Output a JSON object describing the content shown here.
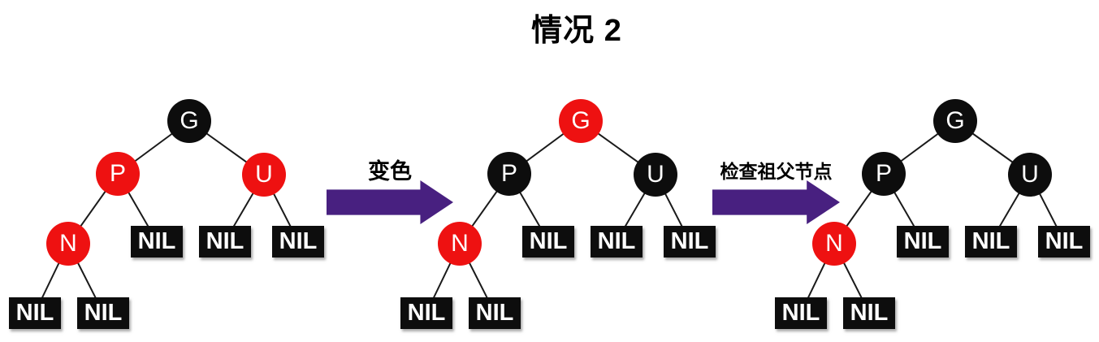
{
  "title": "情况 2",
  "nil_label": "NIL",
  "colors": {
    "node_red": "#ee1111",
    "node_black": "#0d0d0d",
    "arrow_purple": "#482080",
    "node_text": "#ffffff",
    "edge": "#1a1a1a",
    "background": "#ffffff"
  },
  "arrows": [
    {
      "label": "变色"
    },
    {
      "label": "检查祖父节点"
    }
  ],
  "trees": [
    {
      "name": "initial",
      "nodes": {
        "G": {
          "label": "G",
          "color": "black"
        },
        "P": {
          "label": "P",
          "color": "red"
        },
        "U": {
          "label": "U",
          "color": "red"
        },
        "N": {
          "label": "N",
          "color": "red"
        }
      }
    },
    {
      "name": "after-recolor",
      "nodes": {
        "G": {
          "label": "G",
          "color": "red"
        },
        "P": {
          "label": "P",
          "color": "black"
        },
        "U": {
          "label": "U",
          "color": "black"
        },
        "N": {
          "label": "N",
          "color": "red"
        }
      }
    },
    {
      "name": "after-grandparent-check",
      "nodes": {
        "G": {
          "label": "G",
          "color": "black"
        },
        "P": {
          "label": "P",
          "color": "black"
        },
        "U": {
          "label": "U",
          "color": "black"
        },
        "N": {
          "label": "N",
          "color": "red"
        }
      }
    }
  ]
}
